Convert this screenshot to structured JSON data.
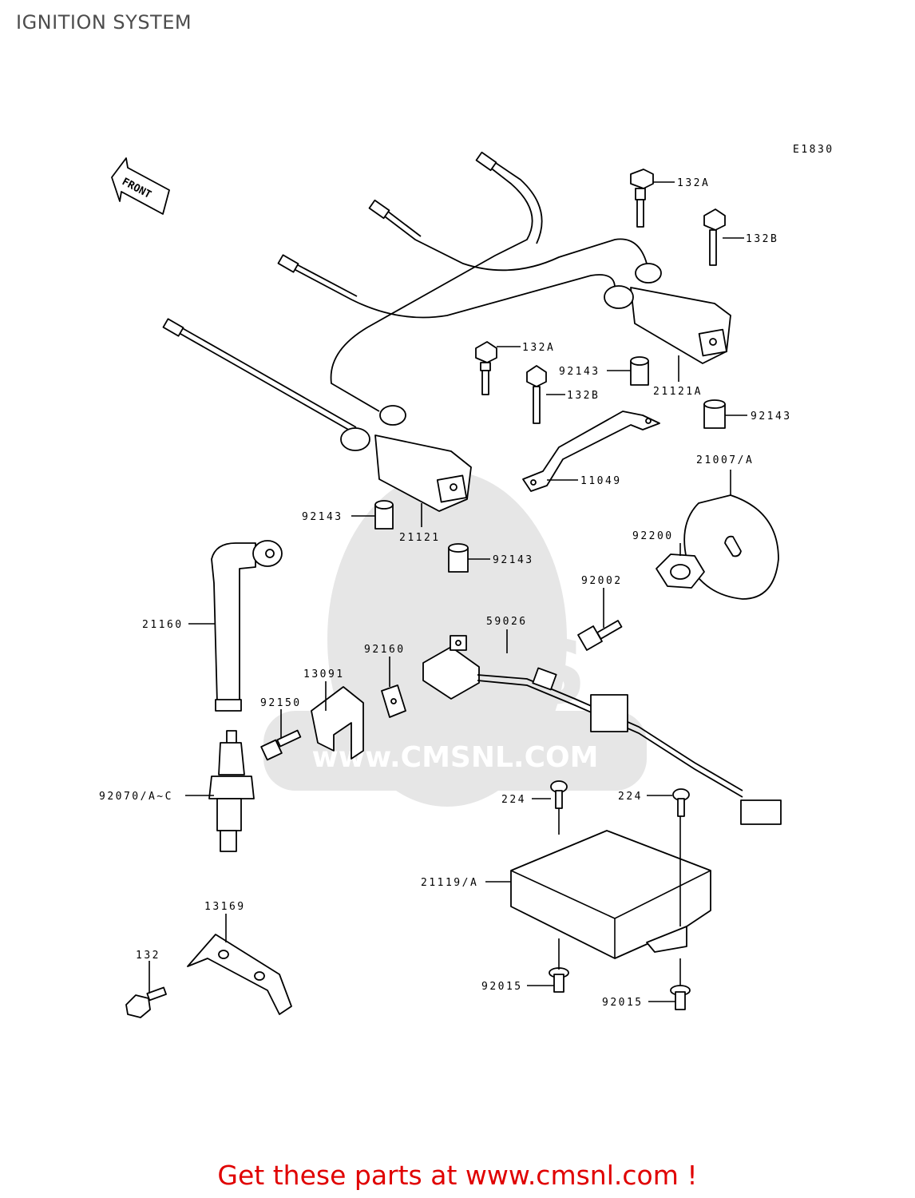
{
  "title": "IGNITION SYSTEM",
  "diagram_code": "E1830",
  "front_marker": "FRONT",
  "watermark": {
    "text": "CMS",
    "site": "www.CMSNL.COM"
  },
  "parts": [
    {
      "id": "p1",
      "label": "132A"
    },
    {
      "id": "p2",
      "label": "132B"
    },
    {
      "id": "p3",
      "label": "132A"
    },
    {
      "id": "p4",
      "label": "92143"
    },
    {
      "id": "p5",
      "label": "21121A"
    },
    {
      "id": "p6",
      "label": "132B"
    },
    {
      "id": "p7",
      "label": "92143"
    },
    {
      "id": "p8",
      "label": "11049"
    },
    {
      "id": "p9",
      "label": "21007/A"
    },
    {
      "id": "p10",
      "label": "92143"
    },
    {
      "id": "p11",
      "label": "21121"
    },
    {
      "id": "p12",
      "label": "92143"
    },
    {
      "id": "p13",
      "label": "92200"
    },
    {
      "id": "p14",
      "label": "92002"
    },
    {
      "id": "p15",
      "label": "21160"
    },
    {
      "id": "p16",
      "label": "59026"
    },
    {
      "id": "p17",
      "label": "92160"
    },
    {
      "id": "p18",
      "label": "13091"
    },
    {
      "id": "p19",
      "label": "92150"
    },
    {
      "id": "p20",
      "label": "92070/A~C"
    },
    {
      "id": "p21",
      "label": "224"
    },
    {
      "id": "p22",
      "label": "224"
    },
    {
      "id": "p23",
      "label": "21119/A"
    },
    {
      "id": "p24",
      "label": "13169"
    },
    {
      "id": "p25",
      "label": "132"
    },
    {
      "id": "p26",
      "label": "92015"
    },
    {
      "id": "p27",
      "label": "92015"
    }
  ],
  "footer": "Get these parts at www.cmsnl.com !"
}
